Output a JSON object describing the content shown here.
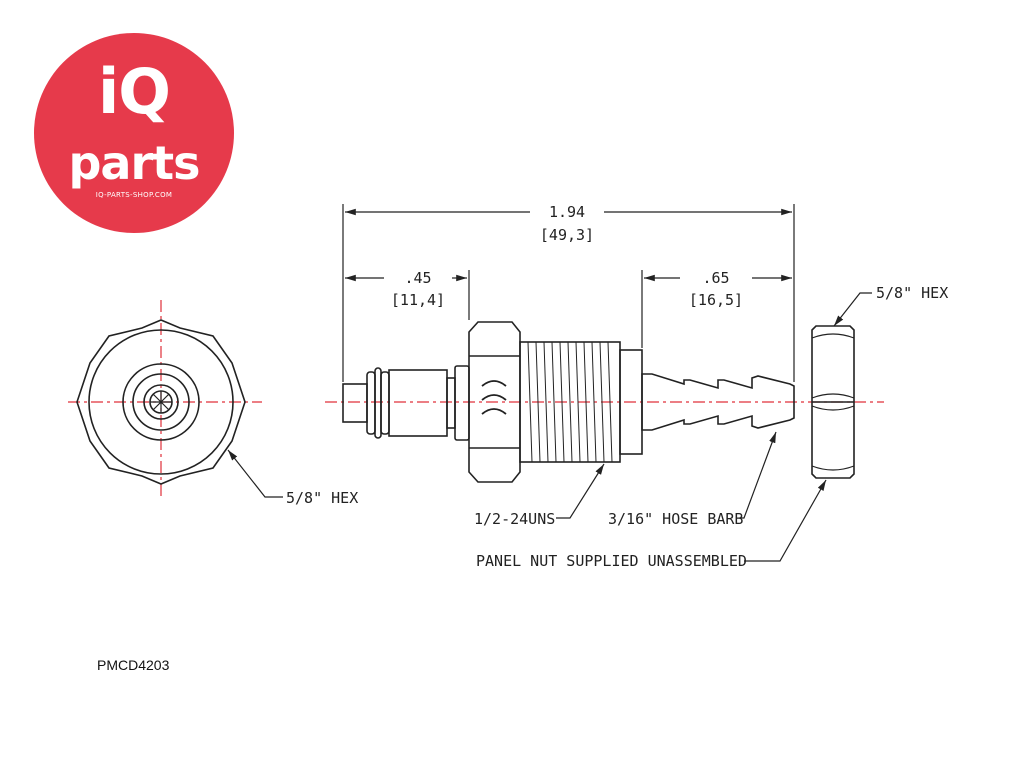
{
  "logo": {
    "brand_top": "iQ",
    "brand_bottom": "parts",
    "url": "IQ-PARTS-SHOP.COM",
    "color": "#e63a4b"
  },
  "dimensions": {
    "overall_in": "1.94",
    "overall_mm": "[49,3]",
    "latch_in": ".45",
    "latch_mm": "[11,4]",
    "barb_in": ".65",
    "barb_mm": "[16,5]"
  },
  "callouts": {
    "front_hex": "5/8\" HEX",
    "nut_hex": "5/8\" HEX",
    "thread": "1/2-24UNS",
    "hose_barb": "3/16\" HOSE BARB",
    "panel_nut": "PANEL NUT SUPPLIED UNASSEMBLED"
  },
  "part_number": "PMCD4203",
  "colors": {
    "line": "#222222",
    "centerline": "#e0303a"
  }
}
